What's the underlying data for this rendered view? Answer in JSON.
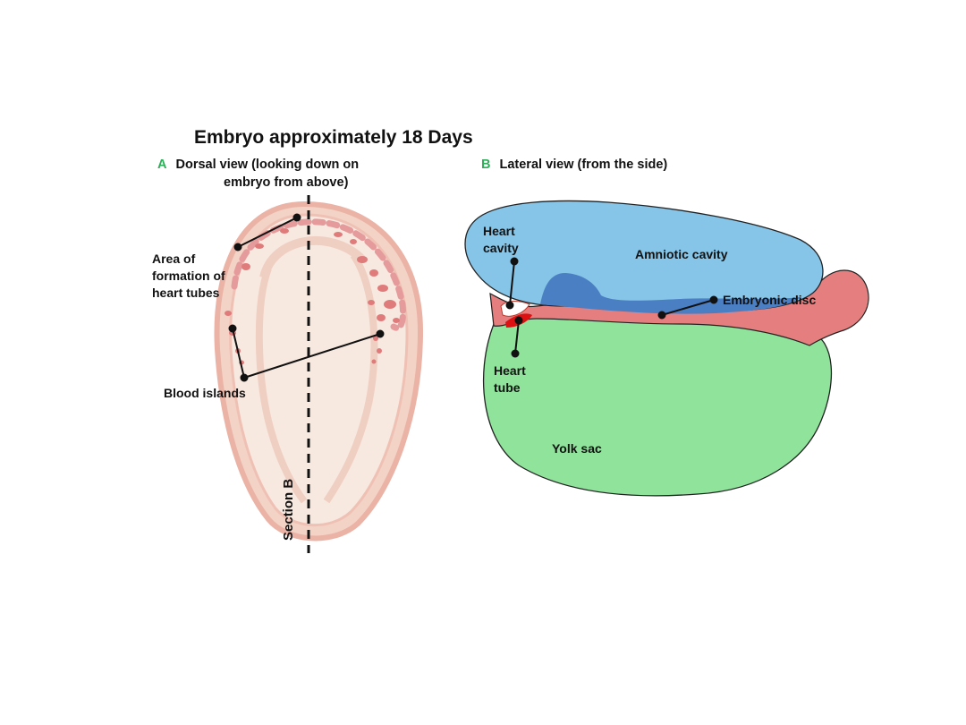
{
  "title": "Embryo approximately 18 Days",
  "panel_a": {
    "letter": "A",
    "caption_line1": "Dorsal view (looking down on",
    "caption_line2": "embryo from above)",
    "labels": {
      "area_line1": "Area of",
      "area_line2": "formation of",
      "area_line3": "heart tubes",
      "blood_islands": "Blood islands",
      "section_b": "Section B"
    }
  },
  "panel_b": {
    "letter": "B",
    "caption": "Lateral view (from the side)",
    "labels": {
      "heart_cavity_line1": "Heart",
      "heart_cavity_line2": "cavity",
      "amniotic_cavity": "Amniotic cavity",
      "embryonic_disc": "Embryonic disc",
      "heart_tube_line1": "Heart",
      "heart_tube_line2": "tube",
      "yolk_sac": "Yolk sac"
    }
  },
  "colors": {
    "amniotic": "#86c5e8",
    "disc_blue": "#4b7fc4",
    "pink": "#e57f7f",
    "yolk": "#8fe39b",
    "heart_tube": "#dd1111",
    "embryo_fill": "#f7e6dc",
    "embryo_edge": "#e8a79a",
    "accent_letter": "#2fae5a"
  }
}
